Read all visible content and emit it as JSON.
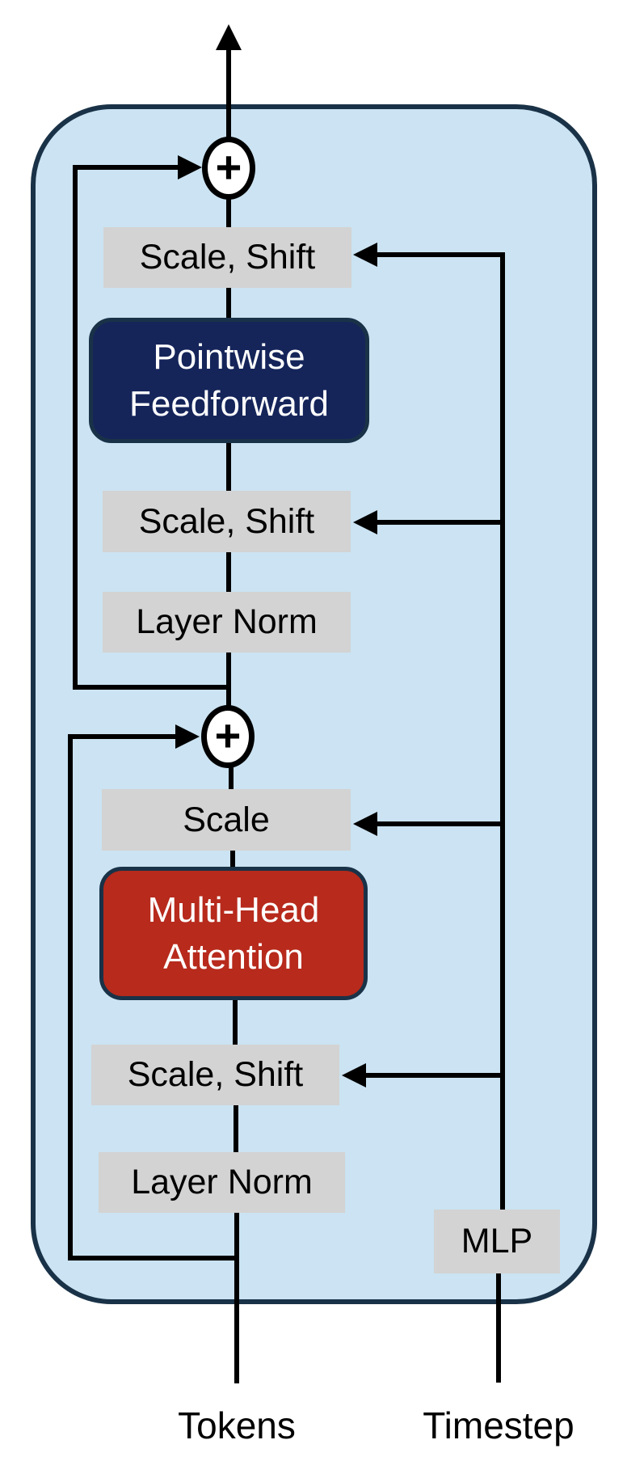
{
  "nodes": {
    "sum_top": {
      "symbol": "+"
    },
    "scale_shift_top": {
      "label": "Scale, Shift"
    },
    "pointwise_feedforward": {
      "line1": "Pointwise",
      "line2": "Feedforward"
    },
    "scale_shift_mid": {
      "label": "Scale, Shift"
    },
    "layer_norm_top": {
      "label": "Layer Norm"
    },
    "sum_bottom": {
      "symbol": "+"
    },
    "scale_only": {
      "label": "Scale"
    },
    "multi_head_attention": {
      "line1": "Multi-Head",
      "line2": "Attention"
    },
    "scale_shift_bottom": {
      "label": "Scale, Shift"
    },
    "layer_norm_bottom": {
      "label": "Layer Norm"
    },
    "mlp": {
      "label": "MLP"
    }
  },
  "inputs": {
    "tokens": {
      "label": "Tokens"
    },
    "timestep": {
      "label": "Timestep"
    }
  },
  "colors": {
    "container_fill": "#cbe3f2",
    "container_border": "#1a3247",
    "gray_box": "#d3d3d3",
    "navy_box": "#15255a",
    "red_box": "#b72a1c",
    "line": "#000000",
    "text_dark": "#000000",
    "text_light": "#ffffff"
  }
}
